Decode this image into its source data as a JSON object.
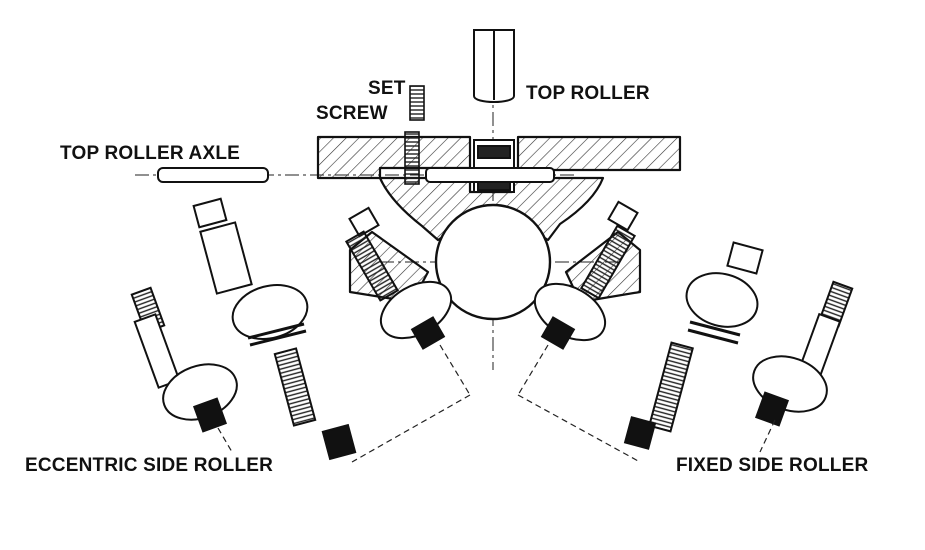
{
  "labels": {
    "set": "SET",
    "screw": "SCREW",
    "top_roller": "TOP ROLLER",
    "top_roller_axle": "TOP ROLLER AXLE",
    "eccentric_side_roller": "ECCENTRIC SIDE ROLLER",
    "fixed_side_roller": "FIXED SIDE ROLLER"
  },
  "colors": {
    "ink": "#111111",
    "paper": "#ffffff",
    "hatch": "#333333"
  }
}
